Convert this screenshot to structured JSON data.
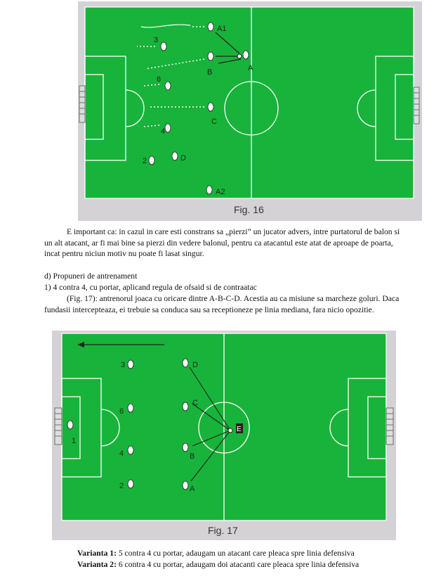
{
  "fig16": {
    "caption": "Fig. 16",
    "labels": {
      "A1": "A1",
      "n3": "3",
      "B": "B",
      "A": "A",
      "n6": "6",
      "C": "C",
      "n4": "4",
      "n2": "2",
      "D": "D",
      "A2": "A2"
    }
  },
  "para1": "E important ca: in cazul in care esti constrans sa „pierzi” un jucator advers, intre purtatorul de balon si un alt atacant, ar fi mai bine sa pierzi din vedere balonul, pentru ca atacantul este atat de aproape de poarta, incat pentru niciun motiv nu poate fi lasat singur.",
  "section_title": "d) Propuneri de antrenament",
  "item1": "1) 4 contra 4, cu portar, aplicand regula de ofsaid si de contraatac",
  "item1_desc": "(Fig. 17): antrenorul joaca cu oricare dintre A-B-C-D. Acestia au ca misiune sa marcheze goluri. Daca fundasii intercepteaza, ei trebuie sa conduca sau sa receptioneze pe linia mediana, fara nicio opozitie.",
  "fig17": {
    "caption": "Fig. 17",
    "labels": {
      "n3": "3",
      "D": "D",
      "n6": "6",
      "C": "C",
      "E": "E",
      "n1": "1",
      "n4": "4",
      "B": "B",
      "n2": "2",
      "A": "A"
    }
  },
  "varianta1": {
    "label": "Varianta 1:",
    "text": " 5 contra 4 cu portar, adaugam un atacant care pleaca spre linia defensiva"
  },
  "varianta2": {
    "label": "Varianta 2:",
    "text": " 6 contra 4 cu portar, adaugam doi atacanti care pleaca spre linia defensiva"
  },
  "colors": {
    "pitch": "#18b33a",
    "frame": "#d4d2d6",
    "line": "#ffffff"
  }
}
